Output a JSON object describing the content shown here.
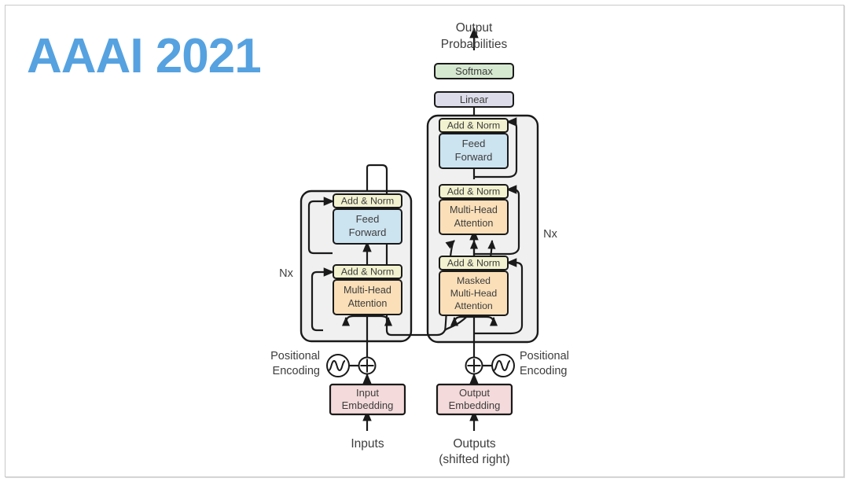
{
  "slide": {
    "title": "AAAI 2021",
    "title_color": "#56a2e0",
    "background": "#ffffff",
    "frame_color": "#c9c9c9"
  },
  "diagram": {
    "name": "transformer-architecture",
    "palette": {
      "addnorm": "#f2f2d0",
      "feedforward": "#cce3f0",
      "attention": "#fadfb8",
      "embedding": "#f4dada",
      "softmax": "#d5e8d0",
      "linear": "#dcdcea",
      "container": "#f0f0f0",
      "stroke": "#1a1a1a",
      "text": "#3d3d3d"
    },
    "top": {
      "output_probabilities_line1": "Output",
      "output_probabilities_line2": "Probabilities",
      "softmax": "Softmax",
      "linear": "Linear"
    },
    "encoder": {
      "repeat_label": "Nx",
      "blocks": [
        {
          "label": "Add & Norm",
          "kind": "addnorm"
        },
        {
          "label_line1": "Feed",
          "label_line2": "Forward",
          "kind": "feedforward"
        },
        {
          "label": "Add & Norm",
          "kind": "addnorm"
        },
        {
          "label_line1": "Multi-Head",
          "label_line2": "Attention",
          "kind": "attention"
        }
      ],
      "positional_encoding_line1": "Positional",
      "positional_encoding_line2": "Encoding",
      "embedding_line1": "Input",
      "embedding_line2": "Embedding",
      "input_label": "Inputs"
    },
    "decoder": {
      "repeat_label": "Nx",
      "blocks": [
        {
          "label": "Add & Norm",
          "kind": "addnorm"
        },
        {
          "label_line1": "Feed",
          "label_line2": "Forward",
          "kind": "feedforward"
        },
        {
          "label": "Add & Norm",
          "kind": "addnorm"
        },
        {
          "label_line1": "Multi-Head",
          "label_line2": "Attention",
          "kind": "attention"
        },
        {
          "label": "Add & Norm",
          "kind": "addnorm"
        },
        {
          "label_line1": "Masked",
          "label_line2": "Multi-Head",
          "label_line3": "Attention",
          "kind": "attention"
        }
      ],
      "positional_encoding_line1": "Positional",
      "positional_encoding_line2": "Encoding",
      "embedding_line1": "Output",
      "embedding_line2": "Embedding",
      "output_label_line1": "Outputs",
      "output_label_line2": "(shifted right)"
    },
    "symbols": {
      "add_operator": "⊕",
      "sine_icon": "sine-wave-icon"
    }
  }
}
